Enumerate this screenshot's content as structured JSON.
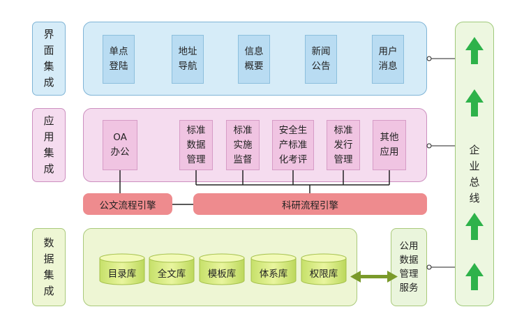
{
  "layers": {
    "interface": {
      "label": "界面集成",
      "modules": [
        "单点\n登陆",
        "地址\n导航",
        "信息\n概要",
        "新闻\n公告",
        "用户\n消息"
      ]
    },
    "application": {
      "label": "应用集成",
      "oa": "OA\n办公",
      "modules": [
        "标准\n数据\n管理",
        "标准\n实施\n监督",
        "安全生\n产标准\n化考评",
        "标准\n发行\n管理",
        "其他\n应用"
      ]
    },
    "engines": {
      "official": "公文流程引擎",
      "research": "科研流程引擎"
    },
    "data": {
      "label": "数据集成",
      "databases": [
        "目录库",
        "全文库",
        "模板库",
        "体系库",
        "权限库"
      ],
      "service": "公用\n数据\n管理\n服务"
    }
  },
  "bus": {
    "label": "企业总线"
  },
  "colors": {
    "interface_bg": "#d6ecf8",
    "application_bg": "#f5dcef",
    "data_bg": "#eef6d4",
    "engine": "#ee8b8e",
    "arrow_green": "#2eb24a",
    "link_green": "#7a9a2a"
  }
}
